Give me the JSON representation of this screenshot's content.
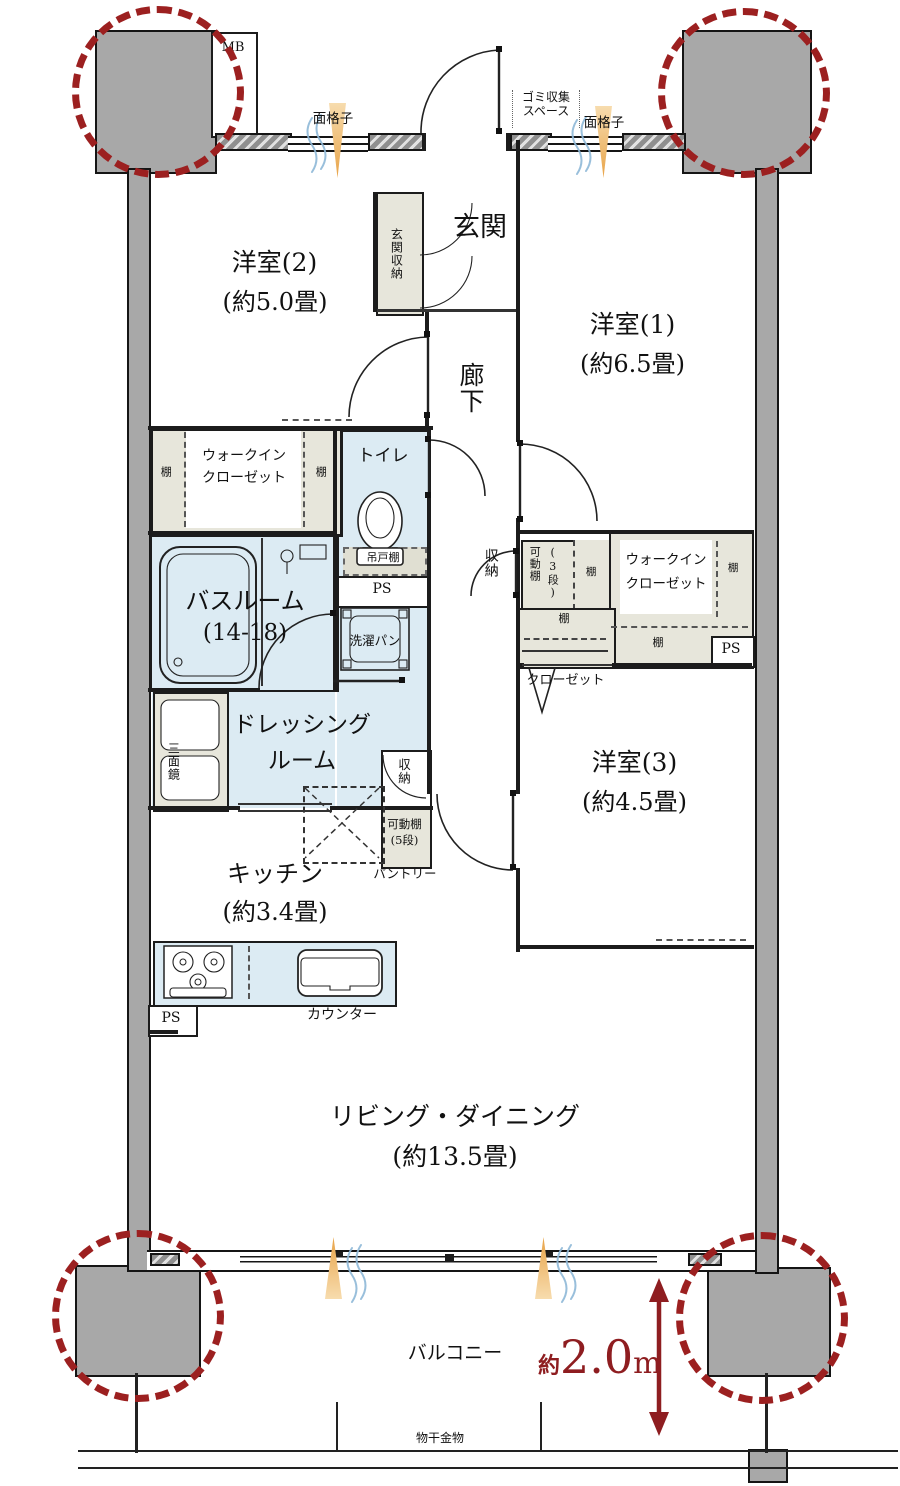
{
  "rooms": {
    "y1": {
      "name": "洋室(1)",
      "size": "(約6.5畳)"
    },
    "y2": {
      "name": "洋室(2)",
      "size": "(約5.0畳)"
    },
    "y3": {
      "name": "洋室(3)",
      "size": "(約4.5畳)"
    },
    "ld": {
      "name": "リビング・ダイニング",
      "size": "(約13.5畳)"
    },
    "kitchen": {
      "name": "キッチン",
      "size": "(約3.4畳)"
    },
    "bath": {
      "name": "バスルーム",
      "size": "(14-18)"
    },
    "toilet": {
      "name": "トイレ"
    },
    "dressing": {
      "line1": "ドレッシング",
      "line2": "ルーム"
    },
    "genkan": {
      "name": "玄関"
    },
    "rouka": {
      "name": "廊下"
    },
    "balcony": {
      "name": "バルコニー"
    }
  },
  "storage": {
    "genkan_shuno": "玄関収納",
    "wic_line1": "ウォークイン",
    "wic_line2": "クローゼット",
    "tana": "棚",
    "tsuridodana": "吊戸棚",
    "closet": "クローゼット",
    "shuno": "収納",
    "kado3_line1": "可動棚",
    "kado3_line2": "(3段)",
    "kado5_line1": "可動棚",
    "kado5_line2": "(5段)",
    "pantry": "パントリー",
    "sanmenkyo": "三面鏡",
    "sentakupan": "洗濯パン",
    "counter": "カウンター"
  },
  "fixtures": {
    "mb": "MB",
    "ps": "PS",
    "menkoushi": "面格子",
    "gomi_line1": "ゴミ収集",
    "gomi_line2": "スペース",
    "monohoshi": "物干金物"
  },
  "dimension": {
    "prefix": "約",
    "value": "2.0",
    "unit": "m"
  },
  "colors": {
    "wet_area": "#dcebf3",
    "storage_area": "#e7e6db",
    "pillar": "#a8a8a8",
    "accent_red": "#8e1d20",
    "vent_orange": "#e8a449",
    "vent_blue": "#8fb9d8"
  }
}
